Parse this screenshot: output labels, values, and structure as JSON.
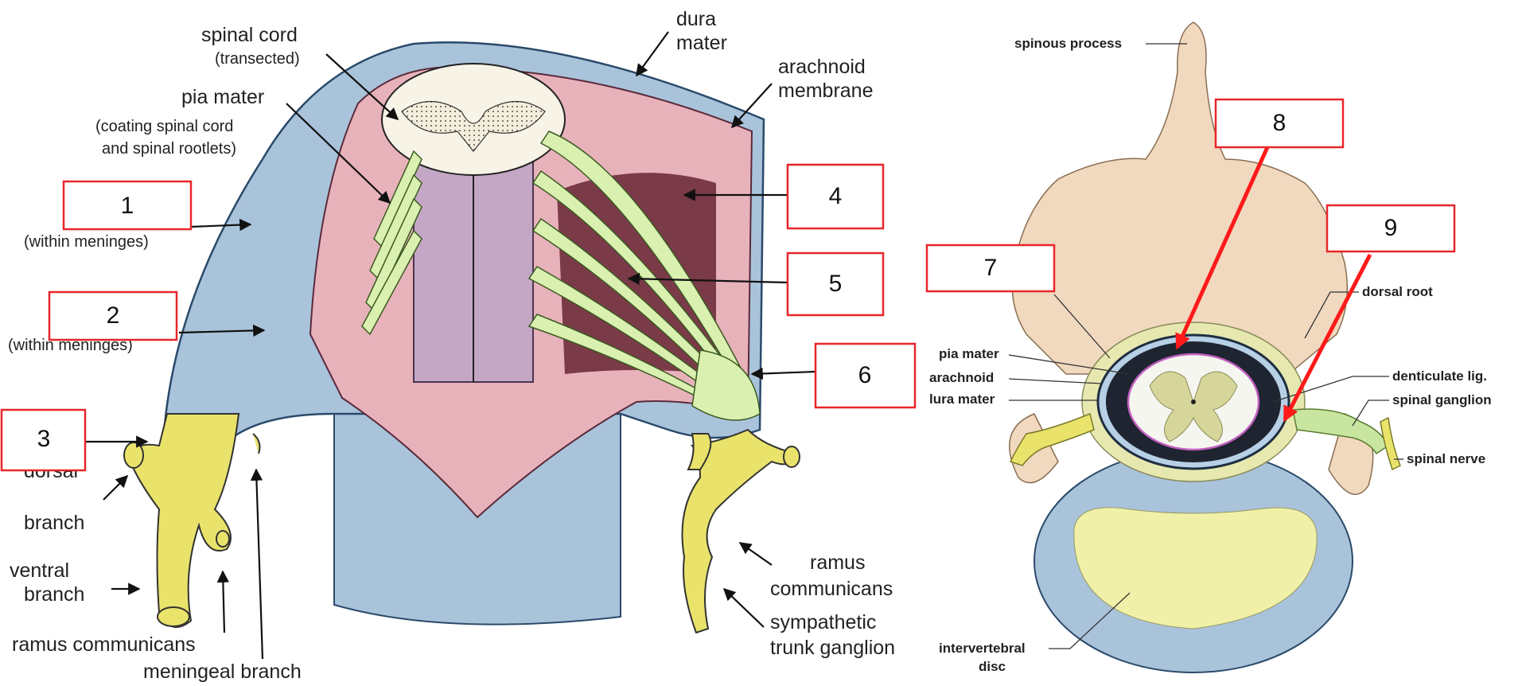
{
  "left_diagram": {
    "labels": {
      "spinal_cord": [
        "spinal cord",
        "(transected)"
      ],
      "dura_mater": [
        "dura",
        "mater"
      ],
      "arachnoid_membrane": [
        "arachnoid",
        "membrane"
      ],
      "pia_mater": [
        "pia mater",
        "(coating spinal cord",
        "and spinal rootlets)"
      ],
      "within_meninges_1": "(within meninges)",
      "within_meninges_2": "(within meninges)",
      "dorsal_branch": [
        "dorsal",
        "branch"
      ],
      "ventral_branch": [
        "ventral",
        "branch"
      ],
      "ramus_communicans_left": "ramus communicans",
      "meningeal_branch": "meningeal branch",
      "ramus_communicans_right": [
        "ramus",
        "communicans"
      ],
      "sympathetic_trunk_ganglion": [
        "sympathetic",
        "trunk ganglion"
      ]
    }
  },
  "right_diagram": {
    "labels": {
      "spinous_process": "spinous process",
      "dorsal_root": "dorsal root",
      "pia_mater": "pia mater",
      "arachnoid": "arachnoid",
      "dura_mater": "lura mater",
      "denticulate_lig": "denticulate lig.",
      "spinal_ganglion": "spinal ganglion",
      "spinal_nerve": "spinal nerve",
      "intervertebral_disc": [
        "intervertebral",
        "disc"
      ]
    }
  },
  "answer_boxes": [
    "1",
    "2",
    "3",
    "4",
    "5",
    "6",
    "7",
    "8",
    "9"
  ],
  "colors": {
    "box_border": "#e8262a",
    "dura_blue": "#a9c3db",
    "arachnoid_pink": "#e8b2bb",
    "cord_purple": "#c3a7c4",
    "rootlet_green": "#d9f0b0",
    "nerve_yellow": "#e9e36b",
    "bone": "#f0d9bf",
    "disc_yellow": "#f0f0a8",
    "red_arrow": "#ff1a1a"
  }
}
